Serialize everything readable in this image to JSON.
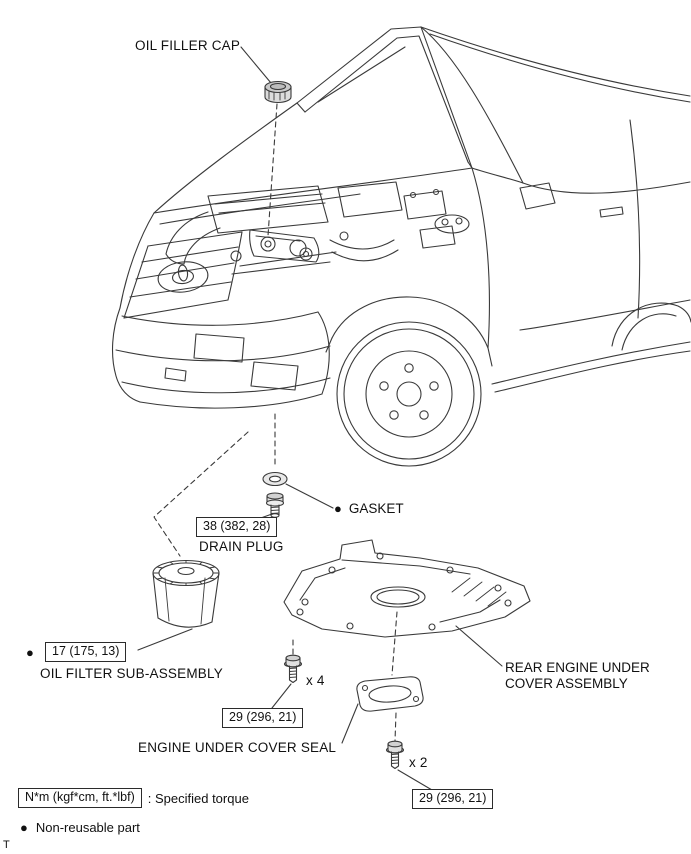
{
  "diagram": {
    "title_context": "engine oil and filter components",
    "colors": {
      "line": "#3a3a3a",
      "text": "#111111",
      "background": "#ffffff"
    },
    "labels": {
      "oil_filler_cap": "OIL FILLER CAP",
      "gasket": "GASKET",
      "drain_plug": "DRAIN PLUG",
      "oil_filter": "OIL FILTER SUB-ASSEMBLY",
      "rear_cover_line1": "REAR ENGINE UNDER",
      "rear_cover_line2": "COVER ASSEMBLY",
      "under_cover_seal": "ENGINE UNDER COVER SEAL",
      "qty_front_bolts": "x 4",
      "qty_rear_bolts": "x 2"
    },
    "torques": {
      "drain_plug": "38 (382, 28)",
      "oil_filter": "17 (175, 13)",
      "under_cover_front": "29 (296, 21)",
      "under_cover_rear": "29 (296, 21)"
    },
    "legend": {
      "bullet": "●",
      "units_label": "N*m (kgf*cm, ft.*lbf)",
      "units_desc": ": Specified torque",
      "non_reusable": "Non-reusable part"
    },
    "footer": {
      "mark": "T"
    }
  }
}
